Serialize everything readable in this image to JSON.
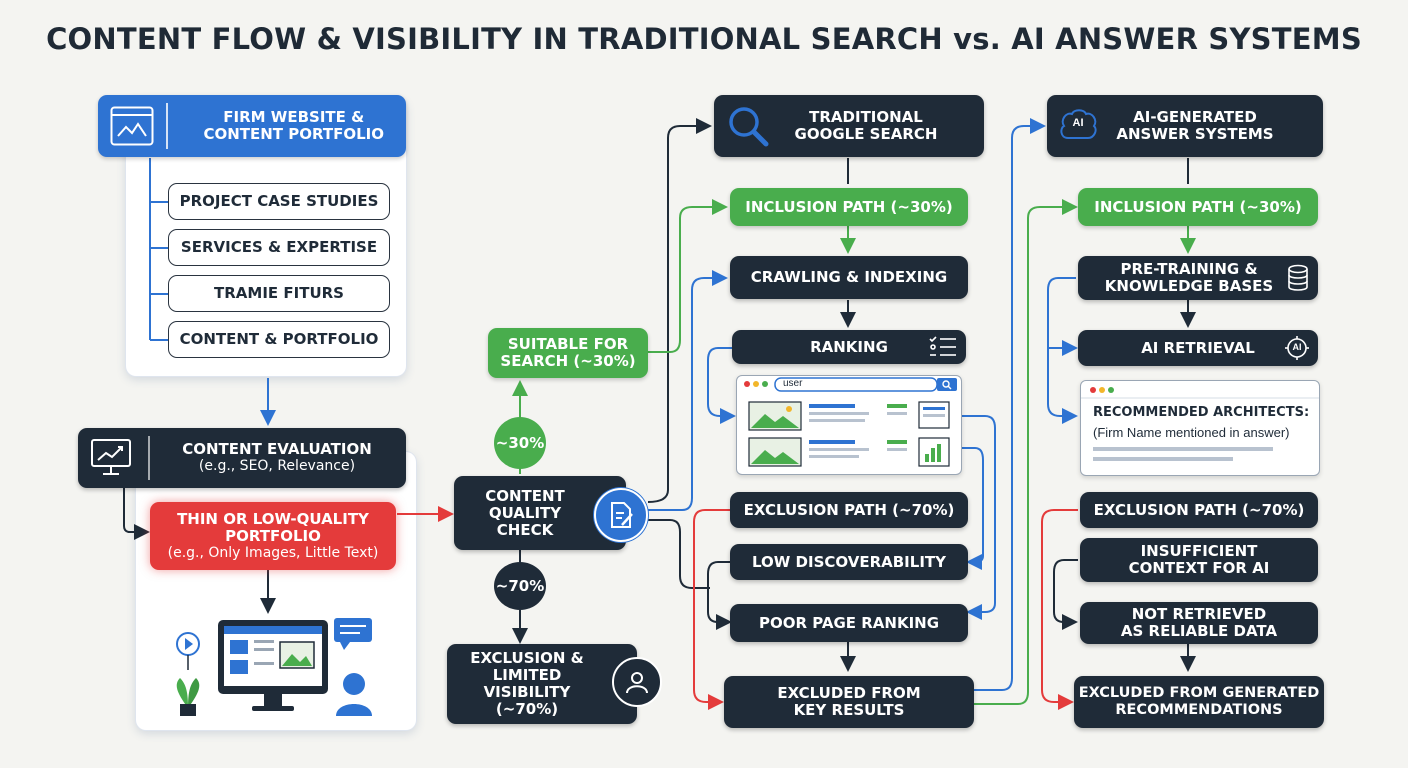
{
  "title": "CONTENT FLOW & VISIBILITY IN TRADITIONAL SEARCH vs. AI ANSWER SYSTEMS",
  "left": {
    "header": "FIRM WEBSITE &\nCONTENT PORTFOLIO",
    "items": [
      "PROJECT CASE STUDIES",
      "SERVICES & EXPERTISE",
      "TRAMIE FITURS",
      "CONTENT & PORTFOLIO"
    ],
    "evaluation_title": "CONTENT EVALUATION",
    "evaluation_sub": "(e.g., SEO, Relevance)",
    "thin_title": "THIN OR LOW-QUALITY\nPORTFOLIO",
    "thin_sub": "(e.g., Only Images, Little Text)"
  },
  "center": {
    "suitable": "SUITABLE FOR\nSEARCH (~30%)",
    "pct_up": "~30%",
    "quality_check": "CONTENT\nQUALITY\nCHECK",
    "pct_down": "~70%",
    "exclusion": "EXCLUSION &\nLIMITED VISIBILITY\n(~70%)"
  },
  "google": {
    "header": "TRADITIONAL\nGOOGLE SEARCH",
    "inclusion": "INCLUSION PATH (~30%)",
    "crawling": "CRAWLING & INDEXING",
    "ranking": "RANKING",
    "search_query": "user",
    "exclusion": "EXCLUSION PATH (~70%)",
    "low_disc": "LOW DISCOVERABILITY",
    "poor_rank": "POOR PAGE RANKING",
    "excluded": "EXCLUDED FROM\nKEY RESULTS"
  },
  "ai": {
    "header": "AI-GENERATED\nANSWER SYSTEMS",
    "ai_badge": "AI",
    "inclusion": "INCLUSION PATH (~30%)",
    "pretraining": "PRE-TRAINING &\nKNOWLEDGE BASES",
    "retrieval": "AI RETRIEVAL",
    "answer_title": "RECOMMENDED ARCHITECTS:",
    "answer_sub": "(Firm Name mentioned in answer)",
    "exclusion": "EXCLUSION PATH (~70%)",
    "insufficient": "INSUFFICIENT\nCONTEXT FOR AI",
    "not_retrieved": "NOT RETRIEVED\nAS RELIABLE DATA",
    "excluded": "EXCLUDED FROM GENERATED\nRECOMMENDATIONS"
  },
  "colors": {
    "dark": "#1f2b38",
    "green": "#49ad4d",
    "blue": "#2e73d2",
    "red": "#e43b3b"
  }
}
